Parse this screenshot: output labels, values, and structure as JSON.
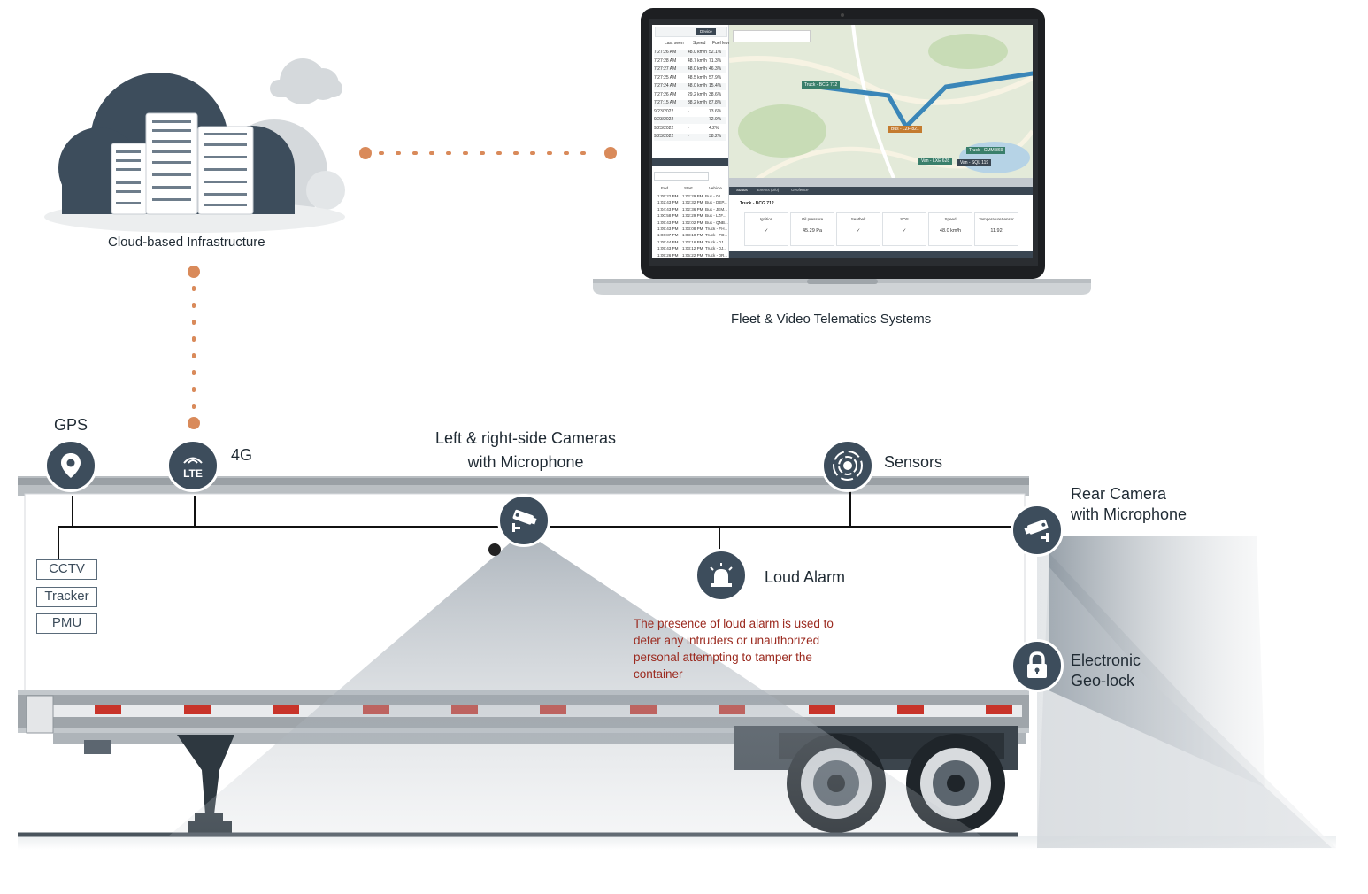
{
  "cloud": {
    "label": "Cloud-based Infrastructure"
  },
  "laptop": {
    "label": "Fleet & Video Telematics Systems",
    "screen": {
      "toolbar_button": "Device",
      "table_headers": [
        "Last seen",
        "Speed",
        "Fuel level"
      ],
      "table_rows": [
        [
          "7:27:26 AM",
          "48.0 km/h",
          "52.1%"
        ],
        [
          "7:27:28 AM",
          "48.7 km/h",
          "71.3%"
        ],
        [
          "7:27:27 AM",
          "48.0 km/h",
          "46.3%"
        ],
        [
          "7:27:25 AM",
          "48.5 km/h",
          "57.9%"
        ],
        [
          "7:27:24 AM",
          "48.0 km/h",
          "15.4%"
        ],
        [
          "7:27:26 AM",
          "29.2 km/h",
          "38.6%"
        ],
        [
          "7:27:15 AM",
          "38.2 km/h",
          "87.8%"
        ],
        [
          "9/23/2022",
          "-",
          "73.6%"
        ],
        [
          "9/23/2022",
          "-",
          "72.9%"
        ],
        [
          "9/23/2022",
          "-",
          "4.2%"
        ],
        [
          "9/23/2022",
          "-",
          "38.2%"
        ]
      ],
      "trip_headers": [
        "End",
        "Start",
        "Vehicle"
      ],
      "trip_rows": [
        [
          "1:05:22 PM",
          "1:02:29 PM",
          "Bus - 0J..."
        ],
        [
          "1:02:43 PM",
          "1:02:32 PM",
          "Bus - DEP..."
        ],
        [
          "1:04:43 PM",
          "1:02:36 PM",
          "Bus - JEM..."
        ],
        [
          "1:00:58 PM",
          "1:02:29 PM",
          "Bus - LZF..."
        ],
        [
          "1:05:43 PM",
          "1:02:02 PM",
          "Bus - QNB..."
        ],
        [
          "1:05:43 PM",
          "1:03:08 PM",
          "Truck - FH..."
        ],
        [
          "1:06:87 PM",
          "1:03:10 PM",
          "Truck - FD..."
        ],
        [
          "1:05:44 PM",
          "1:03:16 PM",
          "Truck - 0J..."
        ],
        [
          "1:05:43 PM",
          "1:03:12 PM",
          "Truck - 0J..."
        ],
        [
          "1:05:26 PM",
          "1:05:22 PM",
          "Truck - 0R..."
        ]
      ],
      "vehicle_labels": [
        "Truck - BCG 712",
        "Bus - LZF 821",
        "Truck - CMM 869",
        "Van - LXE 628",
        "Van - SQL 119"
      ],
      "tabs": [
        "Status",
        "Events (0/0)",
        "Geofence"
      ],
      "selected_vehicle": "Truck - BCG 712",
      "tiles": [
        {
          "title": "Ignition",
          "value": "✓"
        },
        {
          "title": "Oil pressure",
          "value": "45.29 Pa"
        },
        {
          "title": "Seatbelt",
          "value": "✓"
        },
        {
          "title": "SOS",
          "value": "✓"
        },
        {
          "title": "Speed",
          "value": "48.0 km/h"
        },
        {
          "title": "TemperatureSensor",
          "value": "11.92"
        }
      ]
    }
  },
  "trailer": {
    "labels": {
      "gps": "GPS",
      "g4": "4G",
      "side_cameras": [
        "Left & right-side Cameras",
        "with Microphone"
      ],
      "sensors": "Sensors",
      "rear_camera": [
        "Rear Camera",
        "with Microphone"
      ],
      "loud_alarm": "Loud Alarm",
      "geo_lock": [
        "Electronic",
        "Geo-lock"
      ],
      "lte_icon_text": "LTE"
    },
    "boxes": [
      "CCTV",
      "Tracker",
      "PMU"
    ],
    "alarm_note": "The presence of loud alarm is used to deter any intruders or unauthorized personal attempting to tamper the container"
  },
  "icons": [
    "cloud-server-icon",
    "laptop-icon",
    "location-pin-icon",
    "lte-icon",
    "cctv-camera-icon",
    "sensor-icon",
    "alarm-light-icon",
    "padlock-icon"
  ],
  "colors": {
    "accent_dots": "#d98a5a",
    "icon_bg": "#3d4d5c",
    "alarm_note": "#9b2a1f",
    "map_route": "#3a86b8"
  }
}
